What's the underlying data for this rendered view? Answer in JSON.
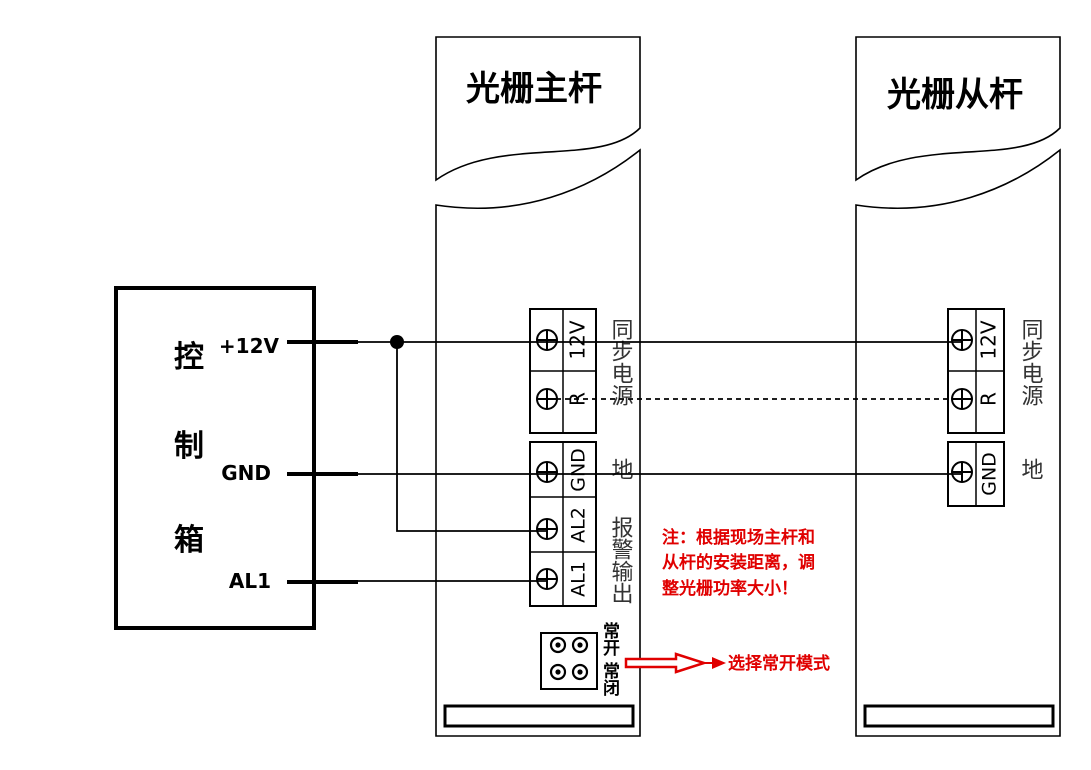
{
  "control_box": {
    "title_chars": [
      "控",
      "制",
      "箱"
    ],
    "ports": {
      "power": "+12V",
      "ground": "GND",
      "alarm": "AL1"
    }
  },
  "master_pole": {
    "title": "光栅主杆",
    "terminals": {
      "t12v": "12V",
      "tr": "R",
      "tgnd": "GND",
      "tal2": "AL2",
      "tal1": "AL1"
    },
    "labels": {
      "sync_power": "同步电源",
      "ground": "地",
      "alarm_output": "报警输出"
    },
    "jumper": {
      "nc": "常闭",
      "no": "常开"
    }
  },
  "slave_pole": {
    "title": "光栅从杆",
    "terminals": {
      "t12v": "12V",
      "tr": "R",
      "tgnd": "GND"
    },
    "labels": {
      "sync_power": "同步电源",
      "ground": "地"
    }
  },
  "notes": {
    "note_lines": [
      "注：根据现场主杆和",
      "从杆的安装距离，调",
      "整光栅功率大小！"
    ],
    "mode_arrow_label": "选择常开模式"
  },
  "colors": {
    "line": "#000000",
    "note": "#e00000",
    "background": "#ffffff"
  }
}
